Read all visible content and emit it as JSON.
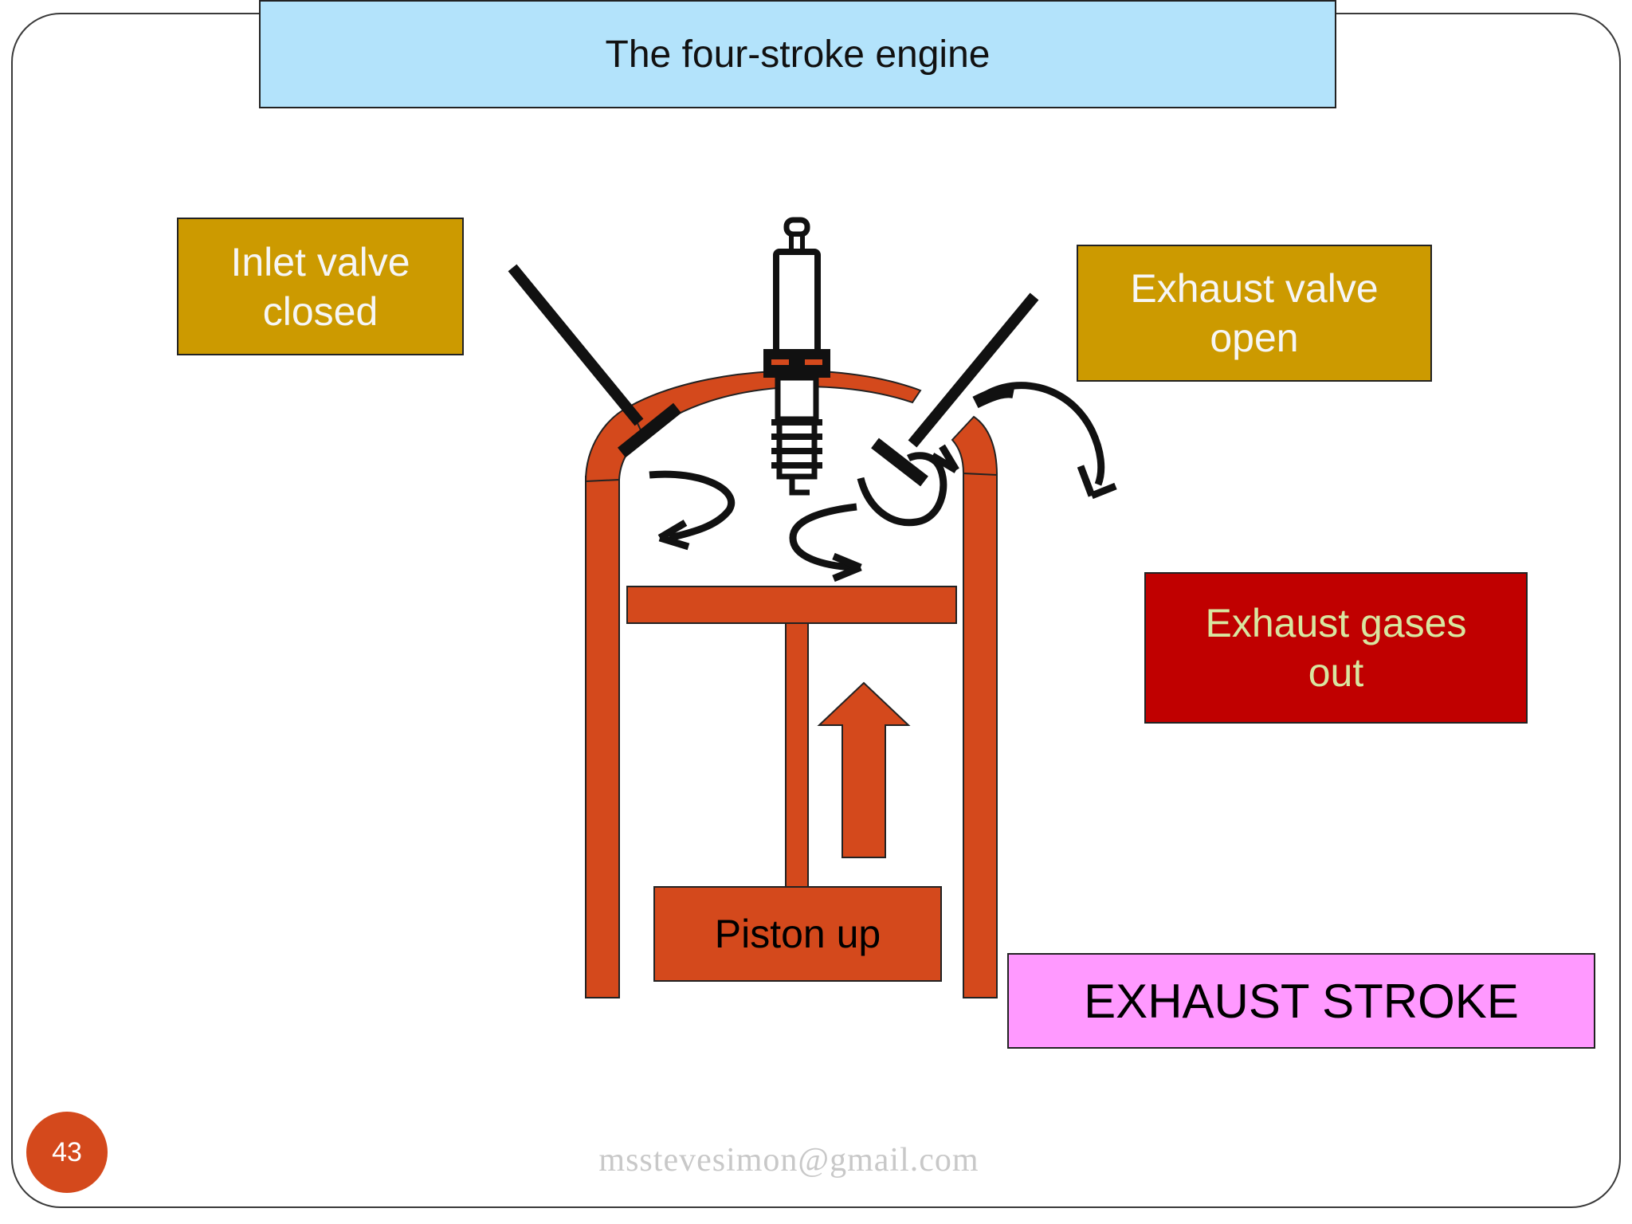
{
  "slide": {
    "title": "The four-stroke engine",
    "slide_number": "43",
    "footer_email": "msstevesimon@gmail.com"
  },
  "labels": {
    "inlet_valve": "Inlet valve\nclosed",
    "exhaust_valve": "Exhaust valve\nopen",
    "exhaust_gases": "Exhaust gases\nout",
    "stroke_name": "EXHAUST STROKE",
    "piston": "Piston up"
  },
  "colors": {
    "cylinder": "#d4491c",
    "label_gold": "#cc9a00",
    "exhaust_red": "#c00000",
    "stroke_pink": "#ff99ff",
    "title_blue": "#b3e3fb"
  },
  "icons": {
    "spark_plug": "spark-plug-icon",
    "piston_direction": "up-arrow-icon"
  }
}
